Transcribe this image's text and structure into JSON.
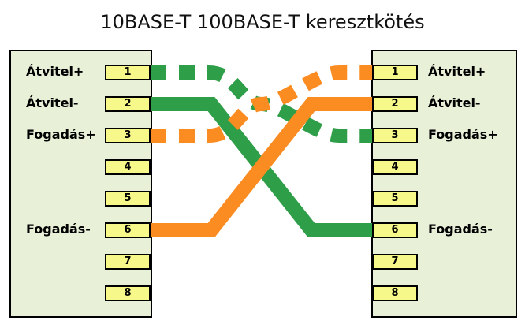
{
  "title": "10BASE-T 100BASE-T keresztkötés",
  "left": {
    "pins": [
      "1",
      "2",
      "3",
      "4",
      "5",
      "6",
      "7",
      "8"
    ],
    "signals": [
      {
        "pin": "1",
        "label": "Átvitel+"
      },
      {
        "pin": "2",
        "label": "Átvitel-"
      },
      {
        "pin": "3",
        "label": "Fogadás+"
      },
      {
        "pin": "6",
        "label": "Fogadás-"
      }
    ]
  },
  "right": {
    "pins": [
      "1",
      "2",
      "3",
      "4",
      "5",
      "6",
      "7",
      "8"
    ],
    "signals": [
      {
        "pin": "1",
        "label": "Átvitel+"
      },
      {
        "pin": "2",
        "label": "Átvitel-"
      },
      {
        "pin": "3",
        "label": "Fogadás+"
      },
      {
        "pin": "6",
        "label": "Fogadás-"
      }
    ]
  },
  "wires": [
    {
      "from": "1",
      "to": "3",
      "color": "#2e9e48",
      "style": "dashed"
    },
    {
      "from": "2",
      "to": "6",
      "color": "#2e9e48",
      "style": "solid"
    },
    {
      "from": "3",
      "to": "1",
      "color": "#fb8c22",
      "style": "dashed"
    },
    {
      "from": "6",
      "to": "2",
      "color": "#fb8c22",
      "style": "solid"
    }
  ],
  "colors": {
    "panel": "#e8f1d8",
    "pin": "#f6f98a"
  }
}
